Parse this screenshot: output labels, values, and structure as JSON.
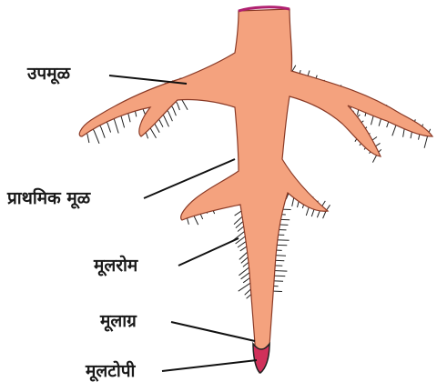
{
  "labels": {
    "lateral_root": "उपमूळ",
    "primary_root": "प्राथमिक मूळ",
    "root_hairs": "मूलरोम",
    "root_tip": "मूलाग्र",
    "root_cap": "मूलटोपी"
  },
  "colors": {
    "root_fill": "#f4a27e",
    "root_outline": "#8a3a26",
    "hair": "#222222",
    "root_cap": "#d0305a",
    "cut_top": "#b02070",
    "leader_line": "#111111"
  }
}
